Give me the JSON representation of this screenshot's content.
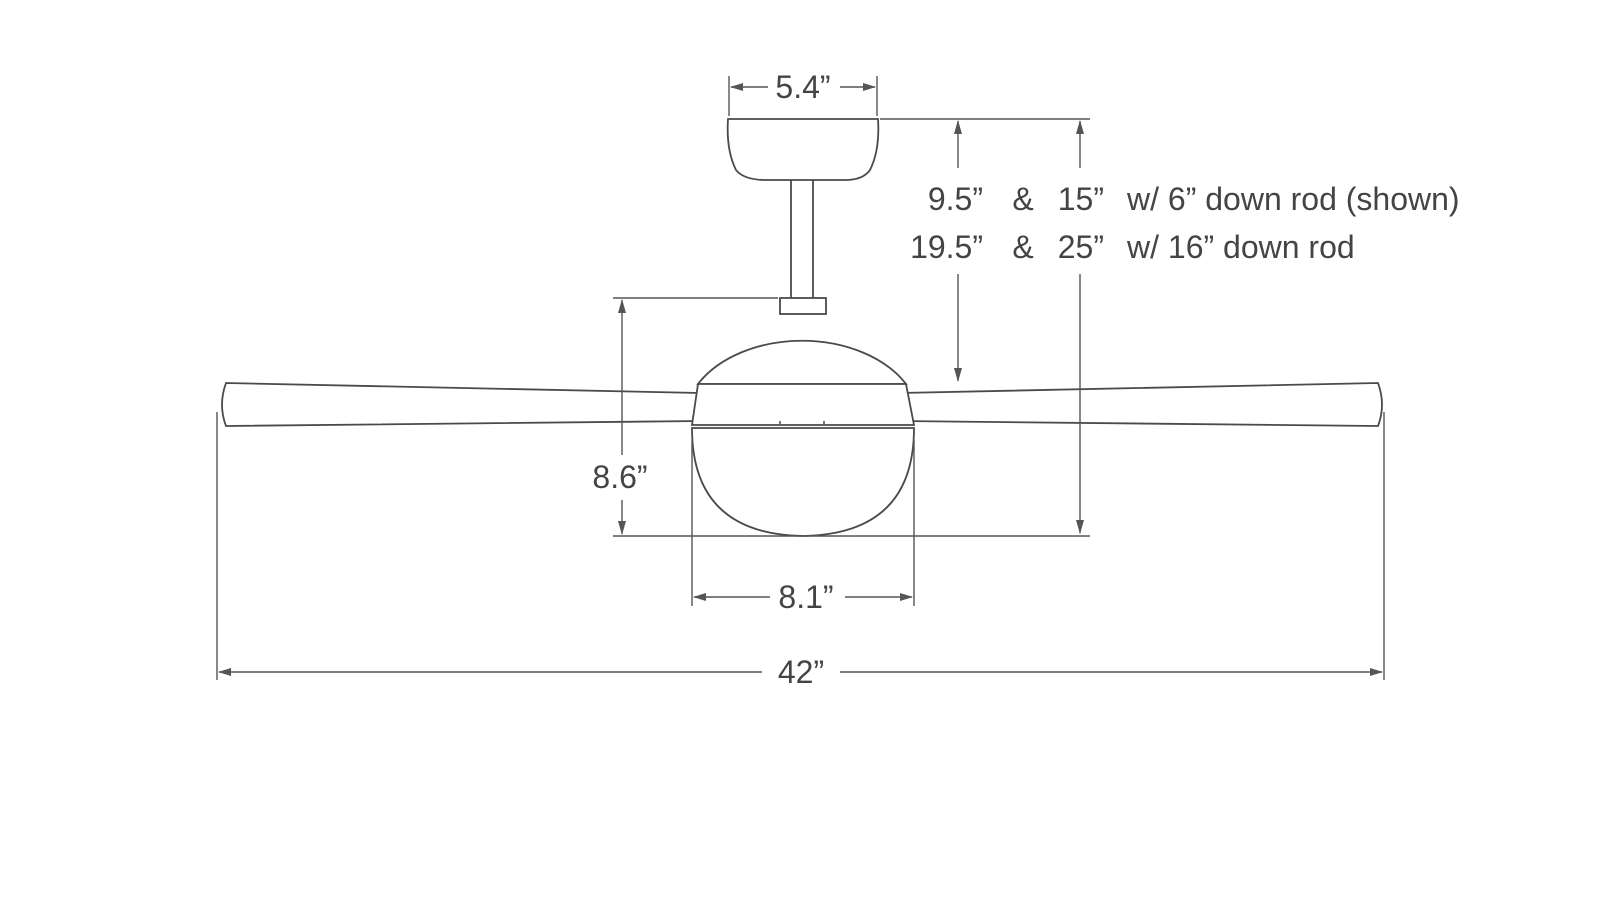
{
  "colors": {
    "line": "#555555",
    "text": "#444444",
    "background": "#ffffff"
  },
  "dimensions": {
    "canopy_width": "5.4”",
    "housing_height": "8.6”",
    "housing_width": "8.1”",
    "blade_span": "42”",
    "drop_6in_row": {
      "to_blade": "9.5”",
      "amp": "&",
      "to_bottom": "15”",
      "note": "w/ 6” down rod (shown)"
    },
    "drop_16in_row": {
      "to_blade": "19.5”",
      "amp": "&",
      "to_bottom": "25”",
      "note": "w/ 16” down rod"
    }
  }
}
